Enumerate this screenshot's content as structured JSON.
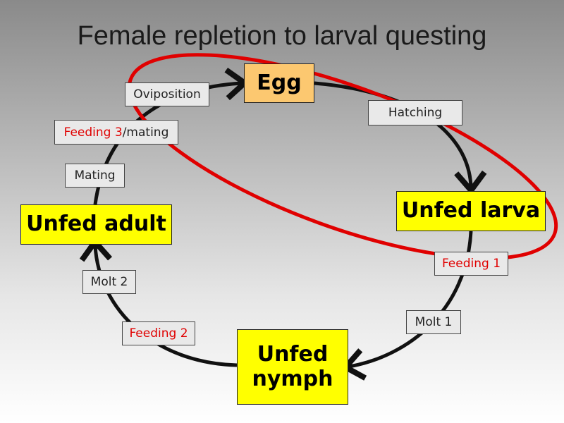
{
  "title": "Female repletion to larval questing",
  "stages": {
    "egg": "Egg",
    "larva": "Unfed larva",
    "nymph_line1": "Unfed",
    "nymph_line2": "nymph",
    "adult": "Unfed adult"
  },
  "transitions": {
    "oviposition": "Oviposition",
    "hatching": "Hatching",
    "feeding1": "Feeding 1",
    "molt1": "Molt 1",
    "feeding2": "Feeding 2",
    "molt2": "Molt 2",
    "mating": "Mating",
    "feeding3_part1": "Feeding 3",
    "feeding3_part2": "/mating"
  },
  "colors": {
    "highlight_ellipse": "#e00000",
    "stage_fill": "#ffff00",
    "egg_fill": "#fcc870",
    "feeding_text": "#e00000"
  }
}
